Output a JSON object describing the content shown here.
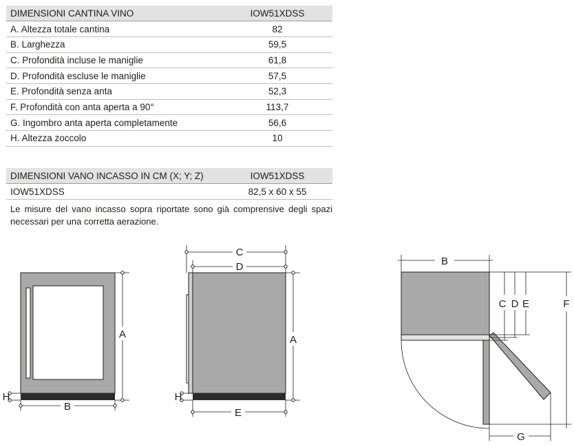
{
  "table1": {
    "header": {
      "label": "DIMENSIONI CANTINA VINO",
      "model": "IOW51XDSS"
    },
    "rows": [
      {
        "label": "A. Altezza totale cantina",
        "value": "82"
      },
      {
        "label": "B. Larghezza",
        "value": "59,5"
      },
      {
        "label": "C. Profondità incluse le maniglie",
        "value": "61,8"
      },
      {
        "label": "D. Profondità escluse le maniglie",
        "value": "57,5"
      },
      {
        "label": "E. Profondità senza anta",
        "value": "52,3"
      },
      {
        "label": "F. Profondità con anta aperta a 90°",
        "value": "113,7"
      },
      {
        "label": "G. Ingombro anta aperta completamente",
        "value": "56,6"
      },
      {
        "label": "H. Altezza zoccolo",
        "value": "10"
      }
    ]
  },
  "table2": {
    "header": {
      "label": "DIMENSIONI VANO INCASSO IN CM (X; Y; Z)",
      "model": "IOW51XDSS"
    },
    "rows": [
      {
        "label": "IOW51XDSS",
        "value": "82,5 x 60 x 55"
      }
    ]
  },
  "note": "Le misure del vano incasso sopra riportate sono già comprensive degli spazi necessari per una corretta aerazione.",
  "drawings": {
    "front": {
      "height_label": "A",
      "width_label": "B",
      "plinth_label": "H"
    },
    "side": {
      "depth_handles_label": "C",
      "depth_no_handles_label": "D",
      "height_label": "A",
      "depth_no_door_label": "E",
      "plinth_label": "H"
    },
    "top": {
      "width_label": "B",
      "depth_handles_label": "C",
      "depth_no_handles_label": "D",
      "depth_no_door_label": "E",
      "depth_door_open_label": "F",
      "door_open_clearance_label": "G"
    }
  },
  "colors": {
    "cabinet": "#a9a9a9",
    "plinth": "#2b2b2b",
    "header_bg": "#e2e2e2",
    "line": "#1d1d1b"
  }
}
